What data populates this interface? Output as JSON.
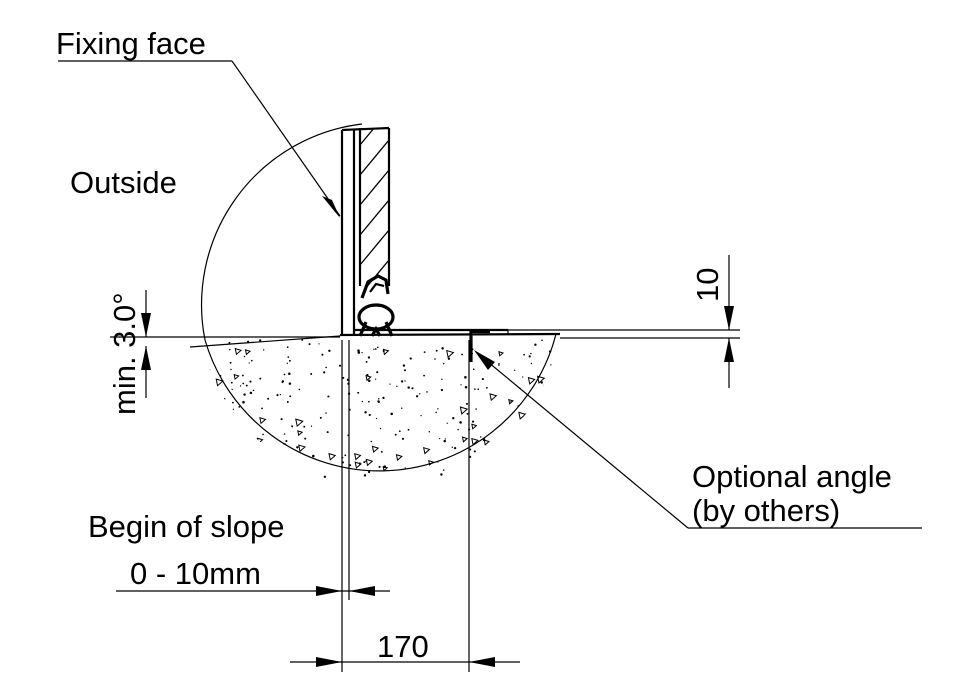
{
  "labels": {
    "fixing_face": "Fixing face",
    "outside": "Outside",
    "slope": "min. 3.0°",
    "dim_10": "10",
    "optional_angle_line1": "Optional angle",
    "optional_angle_line2": "(by others)",
    "begin_slope_line1": "Begin of slope",
    "begin_slope_line2": "0 - 10mm",
    "dim_170": "170"
  }
}
